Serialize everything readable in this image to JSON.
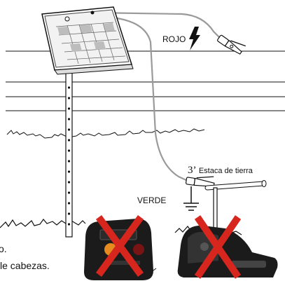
{
  "labels": {
    "rojo": "ROJO",
    "stake_number": "3",
    "stake_prime": "’",
    "stake_text": "Estaca de tierra",
    "verde": "VERDE",
    "cut_line_1": "o.",
    "cut_line_2": "le cabezas."
  },
  "colors": {
    "outline": "#111111",
    "wire_gray": "#9a9a9a",
    "x_red": "#d7261e",
    "lightning": "#111111",
    "energizer_dark": "#1b1b1b",
    "energizer_orange": "#e48a1f"
  },
  "icons": [
    "solar-panel-icon",
    "lightning-icon",
    "alligator-clip-icon",
    "ground-symbol-icon",
    "red-x-icon"
  ]
}
